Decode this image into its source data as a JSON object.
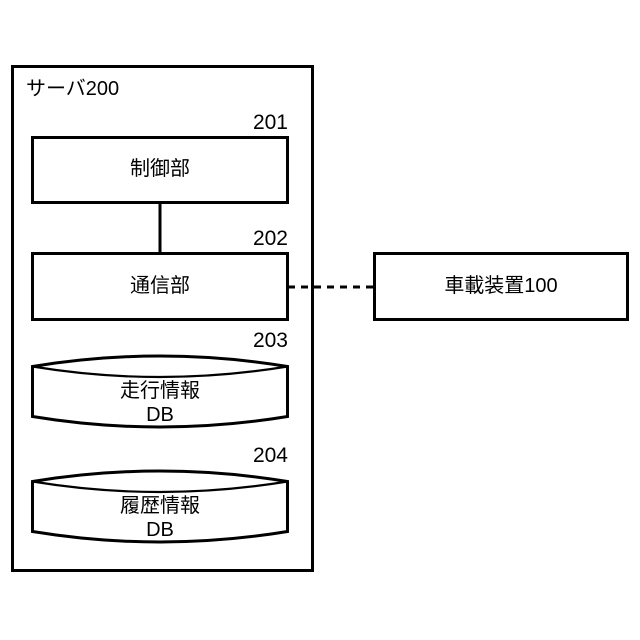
{
  "figure": {
    "type": "system-architecture-block-diagram",
    "background_color": "#ffffff",
    "line_color": "#000000"
  },
  "server": {
    "title": "サーバ200",
    "ref": "200",
    "components": [
      {
        "ref": "201",
        "label": "制御部",
        "shape": "rectangle"
      },
      {
        "ref": "202",
        "label": "通信部",
        "shape": "rectangle"
      },
      {
        "ref": "203",
        "label_line1": "走行情報",
        "label_line2": "DB",
        "shape": "cylinder"
      },
      {
        "ref": "204",
        "label_line1": "履歴情報",
        "label_line2": "DB",
        "shape": "cylinder"
      }
    ]
  },
  "external_device": {
    "label": "車載装置100",
    "ref": "100",
    "shape": "rectangle"
  },
  "connections": [
    {
      "from": "201",
      "to": "202",
      "style": "solid",
      "orientation": "vertical"
    },
    {
      "from": "202",
      "to": "100",
      "style": "dashed",
      "orientation": "horizontal"
    }
  ]
}
